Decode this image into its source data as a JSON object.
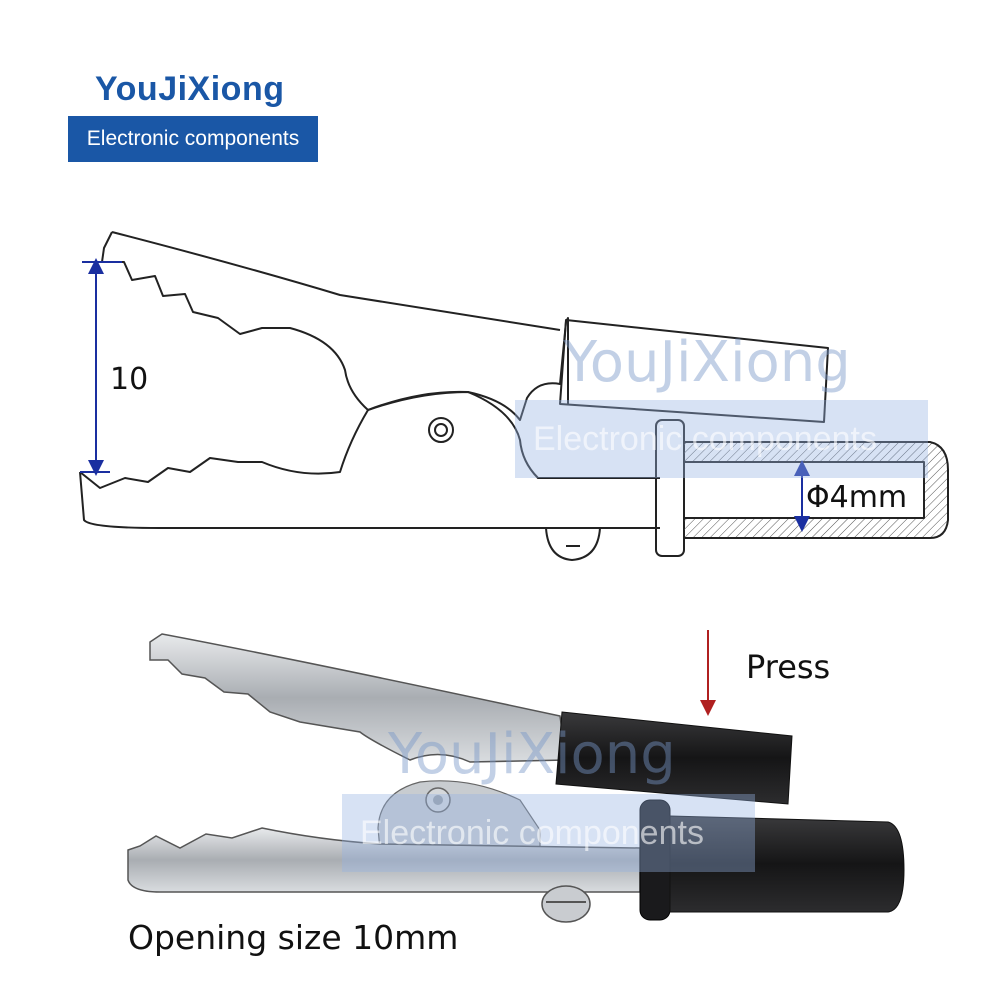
{
  "brand": {
    "name": "YouJiXiong",
    "tagline": "Electronic components"
  },
  "watermark": {
    "name": "YouJiXiong",
    "tagline": "Electronic components"
  },
  "dimensions": {
    "opening_label": "10",
    "diameter_label": "Φ4mm"
  },
  "photo": {
    "press_label": "Press",
    "caption": "Opening size 10mm"
  },
  "colors": {
    "brand_blue": "#1a57a6",
    "dimension_blue": "#1a2fa0",
    "press_arrow": "#b02020",
    "insulator_black": "#1e1e20",
    "metal": "#b8bcc0"
  }
}
